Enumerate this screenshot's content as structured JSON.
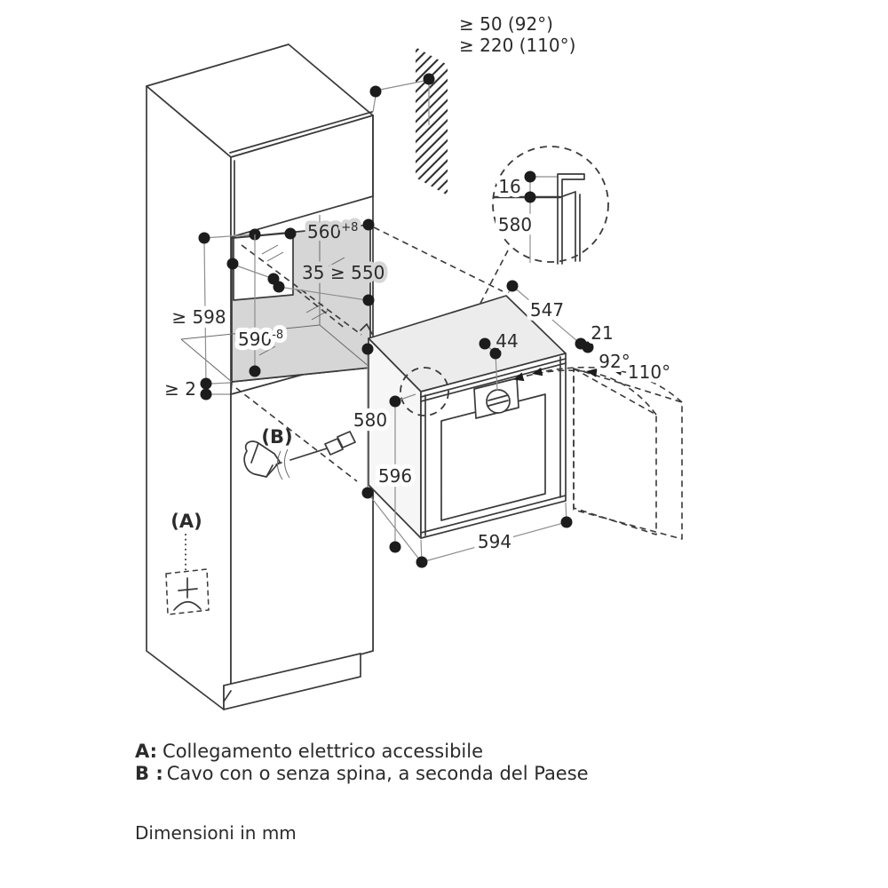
{
  "clearance": {
    "line1": "≥ 50 (92°)",
    "line2": "≥ 220 (110°)"
  },
  "detail": {
    "lip": "16",
    "height": "580"
  },
  "niche": {
    "width": "560",
    "width_sup": "+8",
    "recess_depth": "35",
    "depth": "≥ 550",
    "front_height": "≥ 598",
    "height": "590",
    "height_sup": "-8",
    "bottom_gap": "≥ 2"
  },
  "oven": {
    "body_height": "580",
    "front_height": "596",
    "width": "594",
    "depth": "547",
    "frame_overhang": "21",
    "knob_offset": "44",
    "door_angle_1": "92°",
    "door_angle_2": "110°"
  },
  "callouts": {
    "a": "(A)",
    "b": "(B)"
  },
  "legend": {
    "items": [
      {
        "key": "A:",
        "text": "Collegamento elettrico accessibile"
      },
      {
        "key": "B :",
        "text": "Cavo con o senza spina, a seconda del Paese"
      }
    ],
    "units": "Dimensioni in mm"
  },
  "colors": {
    "ink": "#3a3a3a",
    "niche_gray": "#d6d6d6",
    "oven_top_gray": "#ececec",
    "dot": "#1c1c1c"
  }
}
